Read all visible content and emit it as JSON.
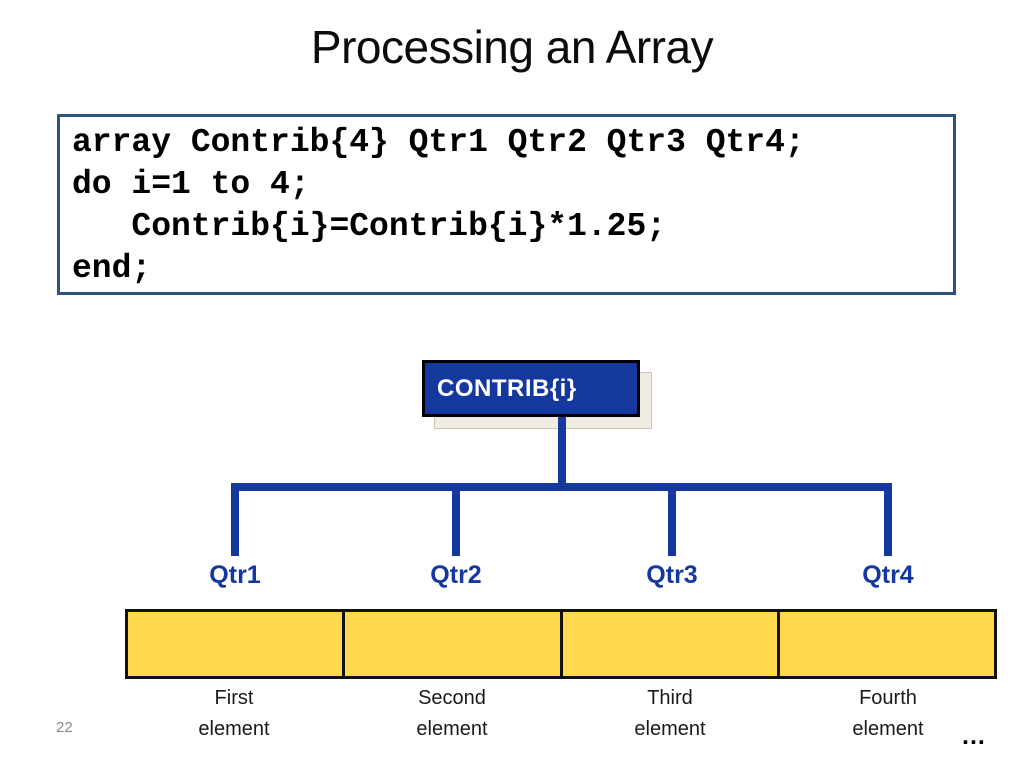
{
  "slide": {
    "title": "Processing an Array",
    "page_number": "22",
    "ellipsis": "..."
  },
  "code_block": {
    "lines": [
      "array Contrib{4} Qtr1 Qtr2 Qtr3 Qtr4;",
      "do i=1 to 4;",
      "   Contrib{i}=Contrib{i}*1.25;",
      "end;"
    ]
  },
  "diagram": {
    "root_label": "CONTRIB{i}",
    "branch_labels": [
      "Qtr1",
      "Qtr2",
      "Qtr3",
      "Qtr4"
    ],
    "element_labels": [
      [
        "First",
        "element"
      ],
      [
        "Second",
        "element"
      ],
      [
        "Third",
        "element"
      ],
      [
        "Fourth",
        "element"
      ]
    ],
    "cell_count": 4
  },
  "colors": {
    "navy": "#14389E",
    "yellow": "#FFD84D",
    "code_border": "#2E5380",
    "shadow_beige": "#F0ECE1",
    "page_gray": "#8A8A8A"
  }
}
